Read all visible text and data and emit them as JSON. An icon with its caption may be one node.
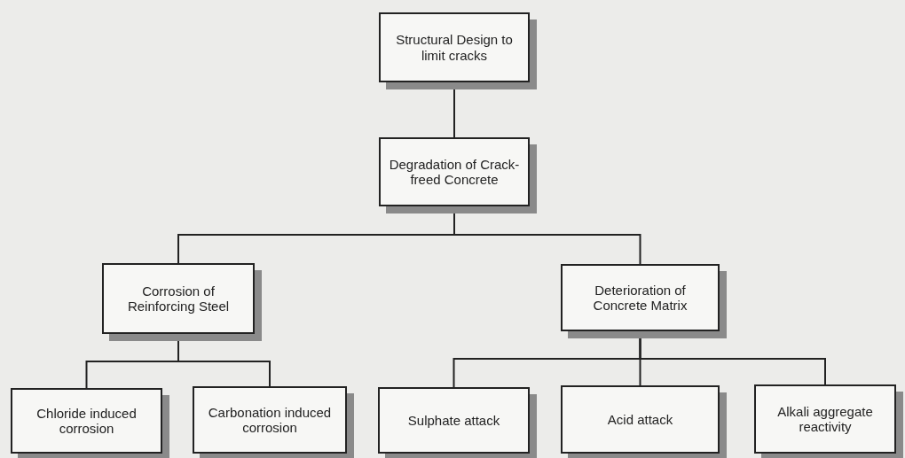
{
  "diagram": {
    "nodes": [
      {
        "text": [
          "Structural Design to limit cracks"
        ]
      },
      {
        "text": [
          "Degradation of Crack-freed Concrete"
        ]
      },
      {
        "text": [
          "Corrosion of Reinforcing Steel"
        ]
      },
      {
        "text": [
          "Deterioration of Concrete Matrix"
        ]
      },
      {
        "text": [
          "Chloride induced corrosion"
        ]
      },
      {
        "text": [
          "Carbonation induced corrosion"
        ]
      },
      {
        "text": [
          "Sulphate attack"
        ]
      },
      {
        "text": [
          "Acid attack"
        ]
      },
      {
        "text": [
          "Alkali aggregate reactivity"
        ]
      }
    ],
    "edges": [
      {
        "from": 0,
        "to": 1,
        "arrow": "none"
      },
      {
        "from": 1,
        "to": 2,
        "arrow": "none"
      },
      {
        "from": 1,
        "to": 3,
        "arrow": "none"
      },
      {
        "from": 2,
        "to": 4,
        "arrow": "none"
      },
      {
        "from": 2,
        "to": 5,
        "arrow": "none"
      },
      {
        "from": 3,
        "to": 6,
        "arrow": "none"
      },
      {
        "from": 3,
        "to": 7,
        "arrow": "none"
      },
      {
        "from": 3,
        "to": 8,
        "arrow": "none"
      }
    ]
  }
}
